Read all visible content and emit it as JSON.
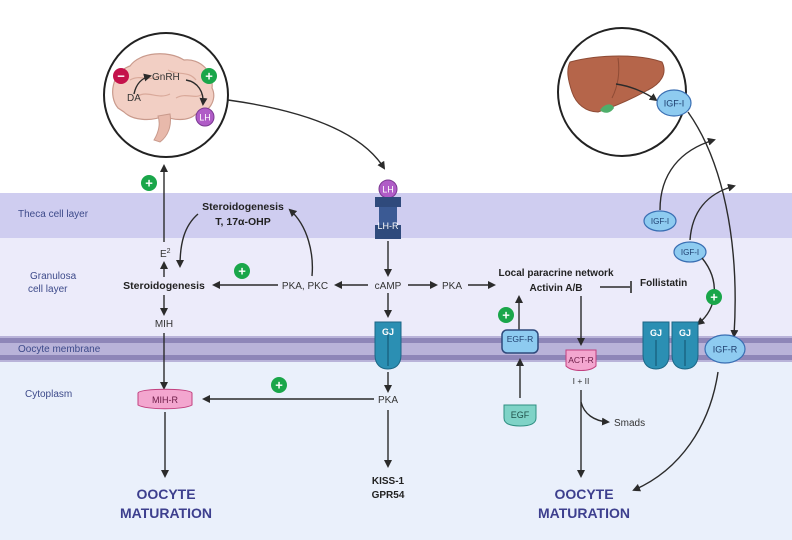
{
  "layers": {
    "theca": "Theca cell layer",
    "granulosa_line1": "Granulosa",
    "granulosa_line2": "cell layer",
    "oocyte_membrane": "Oocyte membrane",
    "cytoplasm": "Cytoplasm"
  },
  "brain": {
    "gnrh": "GnRH",
    "da": "DA",
    "lh": "LH",
    "minus": "−",
    "plus": "+"
  },
  "liver": {
    "igf": "IGF-I"
  },
  "receptors": {
    "lh_ligand": "LH",
    "lh_r": "LH-R",
    "gj": "GJ",
    "egf_r": "EGF-R",
    "egf": "EGF",
    "act_r": "ACT-R",
    "act_r_types": "I + II",
    "igf_small_1": "IGF-I",
    "igf_small_2": "IGF-I",
    "igf_r": "IGF-R",
    "mih_r": "MIH-R",
    "gj_a": "GJ",
    "gj_b": "GJ"
  },
  "labels": {
    "steroidogenesis_top_1": "Steroidogenesis",
    "steroidogenesis_top_2": "T, 17α-OHP",
    "e2": "E",
    "e2_sup": "2",
    "steroidogenesis": "Steroidogenesis",
    "pka_pkc": "PKA, PKC",
    "camp": "cAMP",
    "pka_right": "PKA",
    "paracrine_1": "Local paracrine network",
    "paracrine_2": "Activin A/B",
    "follistatin": "Follistatin",
    "mih": "MIH",
    "pka_cyto": "PKA",
    "smads": "Smads",
    "kiss_1": "KISS-1",
    "kiss_2": "GPR54",
    "oocyte_left_1": "OOCYTE",
    "oocyte_left_2": "MATURATION",
    "oocyte_right_1": "OOCYTE",
    "oocyte_right_2": "MATURATION",
    "plus": "+"
  },
  "colors": {
    "theca": "#cfcdf0",
    "granulosa": "#ecebfa",
    "membrane": "#8e86b8",
    "cytoplasm": "#eaf0fb",
    "plus_green": "#1aa64a",
    "minus_red": "#c4124b",
    "lh_purple": "#b05cc7",
    "receptor_navy": "#2f4a7c",
    "gj_teal": "#2b8fb3",
    "igf_blue": "#8ecbf0",
    "egf_teal": "#7fd3c7",
    "mih_pink": "#f3a6cf",
    "title_purple": "#3d3f8e",
    "liver": "#b5654a"
  }
}
